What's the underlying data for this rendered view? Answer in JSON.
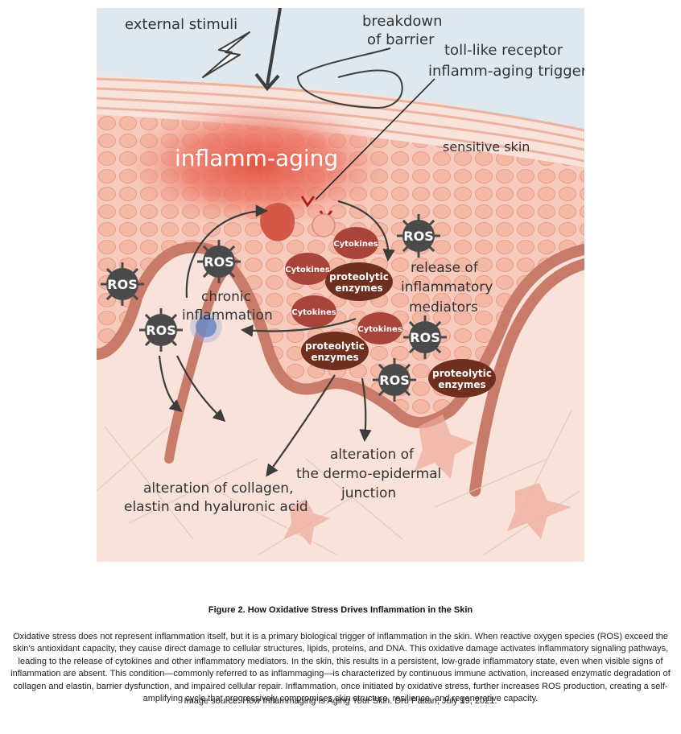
{
  "diagram": {
    "labels": {
      "external_stimuli": "external stimuli",
      "breakdown_line1": "breakdown",
      "breakdown_line2": "of barrier",
      "toll_line1": "toll-like receptor",
      "toll_line2": "inflamm-aging trigger",
      "inflamm_aging": "inflamm-aging",
      "sensitive_skin": "sensitive skin",
      "chronic_line1": "chronic",
      "chronic_line2": "inflammation",
      "release_line1": "release of",
      "release_line2": "inflammatory",
      "release_line3": "mediators",
      "collagen_line1": "alteration of collagen,",
      "collagen_line2": "elastin and hyaluronic acid",
      "dej_line1": "alteration of",
      "dej_line2": "the dermo-epidermal",
      "dej_line3": "junction"
    },
    "ros_label": "ROS",
    "cytokines_label": "Cytokines",
    "proteolytic_line1": "proteolytic",
    "proteolytic_line2": "enzymes",
    "colors": {
      "background": "#f7ddd4",
      "ros": "#4a4a4a",
      "cytokines": "#a8443a",
      "proteolytic": "#6e2f1f",
      "inflammation_glow": "#e85d4e",
      "sky": "#dde7ee"
    }
  },
  "caption": {
    "title": "Figure 2. How Oxidative Stress Drives Inflammation in the Skin",
    "body": "Oxidative stress does not represent inflammation itself, but it is a primary biological trigger of inflammation in the skin. When reactive oxygen species (ROS) exceed the skin’s antioxidant capacity, they cause direct damage to cellular structures, lipids, proteins, and DNA. This oxidative damage activates inflammatory signaling pathways, leading to the release of cytokines and other inflammatory mediators. In the skin, this results in a persistent, low-grade inflammatory state, even when visible signs of inflammation are absent. This condition—commonly referred to as inflammaging—is characterized by continuous immune activation, increased enzymatic degradation of collagen and elastin, barrier dysfunction, and impaired cellular repair. Inflammation, once initiated by oxidative stress, further increases ROS production, creating a self-amplifying cycle that progressively compromises skin structure, resilience, and regenerative capacity.",
    "source": "Image source: How Inflammaging Is Aging Your Skin. Dru Pattan, July 19, 2021."
  }
}
